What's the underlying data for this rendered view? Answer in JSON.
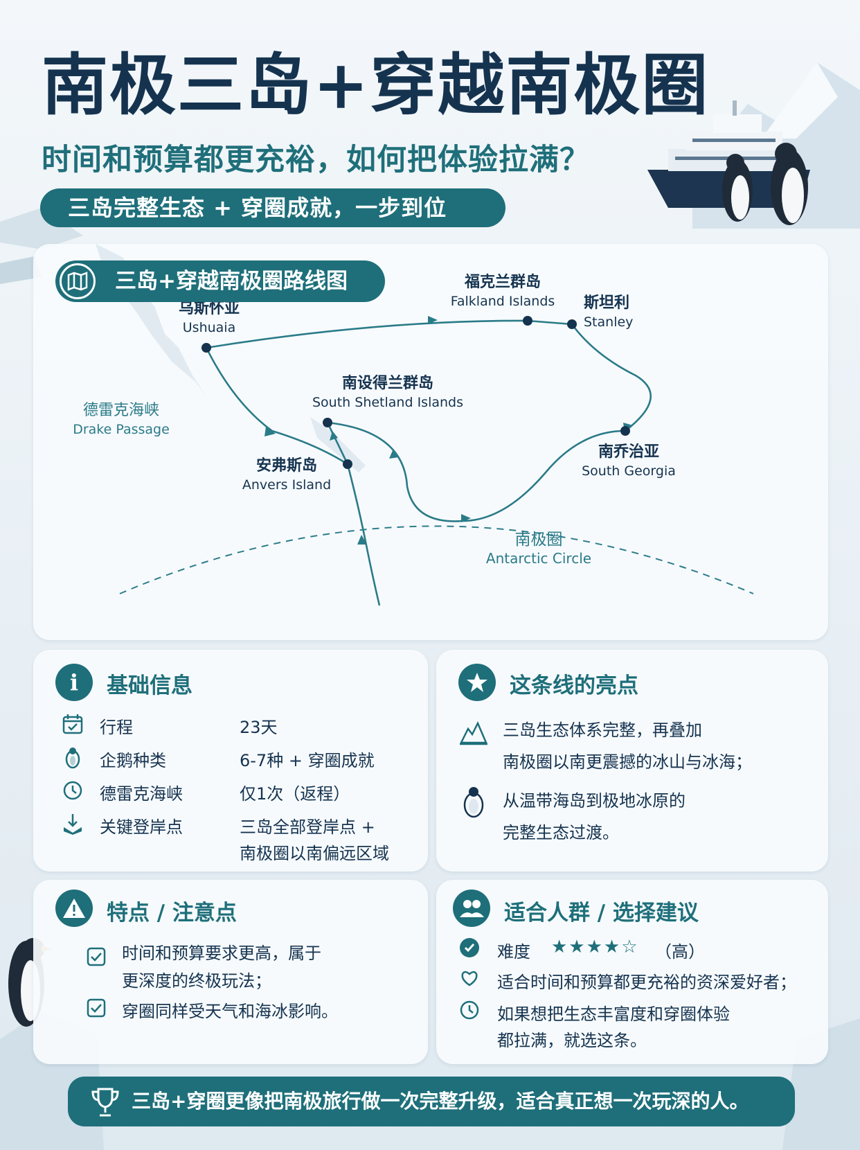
{
  "title": "南极三岛+穿越南极圈",
  "subtitle": "时间和预算都更充裕，如何把体验拉满？",
  "tagline": "三岛完整生态 + 穿圈成就，一步到位",
  "map": {
    "heading": "三岛+穿越南极圈路线图",
    "places": [
      {
        "cn": "乌斯怀亚",
        "en": "Ushuaia"
      },
      {
        "cn": "福克兰群岛",
        "en": "Falkland Islands"
      },
      {
        "cn": "斯坦利",
        "en": "Stanley"
      },
      {
        "cn": "南设得兰群岛",
        "en": "South Shetland Islands"
      },
      {
        "cn": "安弗斯岛",
        "en": "Anvers Island"
      },
      {
        "cn": "南乔治亚",
        "en": "South Georgia"
      }
    ],
    "drake": {
      "cn": "德雷克海峡",
      "en": "Drake Passage"
    },
    "circle": {
      "cn": "南极圈",
      "en": "Antarctic Circle"
    }
  },
  "basic_info": {
    "title": "基础信息",
    "rows": [
      {
        "icon": "calendar-icon",
        "label": "行程",
        "value": "23天"
      },
      {
        "icon": "penguin-icon",
        "label": "企鹅种类",
        "value": "6-7种 + 穿圈成就"
      },
      {
        "icon": "clock-icon",
        "label": "德雷克海峡",
        "value": "仅1次（返程）"
      },
      {
        "icon": "landing-icon",
        "label": "关键登岸点",
        "value": "三岛全部登岸点 +",
        "value2": "南极圈以南偏远区域"
      }
    ]
  },
  "highlights": {
    "title": "这条线的亮点",
    "items": [
      {
        "icon": "iceberg-icon",
        "line1": "三岛生态体系完整，再叠加",
        "line2": "南极圈以南更震撼的冰山与冰海；"
      },
      {
        "icon": "penguin-icon",
        "line1": "从温带海岛到极地冰原的",
        "line2": "完整生态过渡。"
      }
    ]
  },
  "features": {
    "title": "特点 / 注意点",
    "items": [
      {
        "line1": "时间和预算要求更高，属于",
        "line2": "更深度的终极玩法；"
      },
      {
        "line1": "穿圈同样受天气和海冰影响。",
        "line2": ""
      }
    ]
  },
  "audience": {
    "title": "适合人群 / 选择建议",
    "difficulty_label": "难度",
    "difficulty_stars": "★★★★☆",
    "difficulty_rating": 4,
    "difficulty_max": 5,
    "difficulty_text": "（高）",
    "suits": "适合时间和预算都更充裕的资深爱好者；",
    "advice_line1": "如果想把生态丰富度和穿圈体验",
    "advice_line2": "都拉满，就选这条。"
  },
  "footer": "三岛+穿圈更像把南极旅行做一次完整升级，适合真正想一次玩深的人。",
  "colors": {
    "teal": "#1e6f7a",
    "navy": "#15334f"
  }
}
